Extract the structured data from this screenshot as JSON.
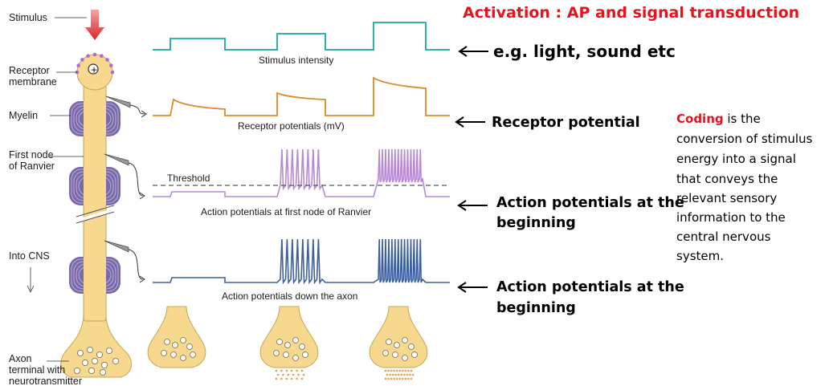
{
  "title": "Activation : AP and signal transduction",
  "colors": {
    "title": "#e8121c",
    "stimulus": "#1aa8a0",
    "receptor": "#d98a2a",
    "first_node": "#b58ad0",
    "axon": "#3e5f9a",
    "neuron_fill": "#f6d88f",
    "neuron_edge": "#c9a452",
    "myelin": "#7a6aa8",
    "arrow": "#d9262b"
  },
  "neuron_labels": {
    "stimulus": "Stimulus",
    "receptor_membrane_1": "Receptor",
    "receptor_membrane_2": "membrane",
    "myelin": "Myelin",
    "first_node_1": "First node",
    "first_node_2": "of Ranvier",
    "into_cns": "Into CNS",
    "axon_terminal_1": "Axon",
    "axon_terminal_2": "terminal with",
    "axon_terminal_3": "neurotransmitter"
  },
  "traces": {
    "stimulus": "Stimulus intensity",
    "receptor": "Receptor potentials (mV)",
    "threshold": "Threshold",
    "first_node": "Action potentials at first node of Ranvier",
    "axon": "Action potentials down the axon"
  },
  "annotations": {
    "stimulus": "e.g. light, sound etc",
    "receptor": "Receptor potential",
    "first_node_1": "Action potentials at the",
    "first_node_2": "beginning",
    "axon_1": "Action potentials at the",
    "axon_2": "beginning"
  },
  "note": {
    "highlight": "Coding",
    "line1_rest": " is the",
    "line2": "conversion of stimulus",
    "line3": "energy into a signal",
    "line4": "that conveys the",
    "line5": "relevant sensory",
    "line6": "information to the",
    "line7": "central nervous",
    "line8": "system."
  },
  "spike_counts": {
    "first_node": [
      0,
      8,
      14
    ],
    "axon": [
      0,
      8,
      14
    ]
  }
}
